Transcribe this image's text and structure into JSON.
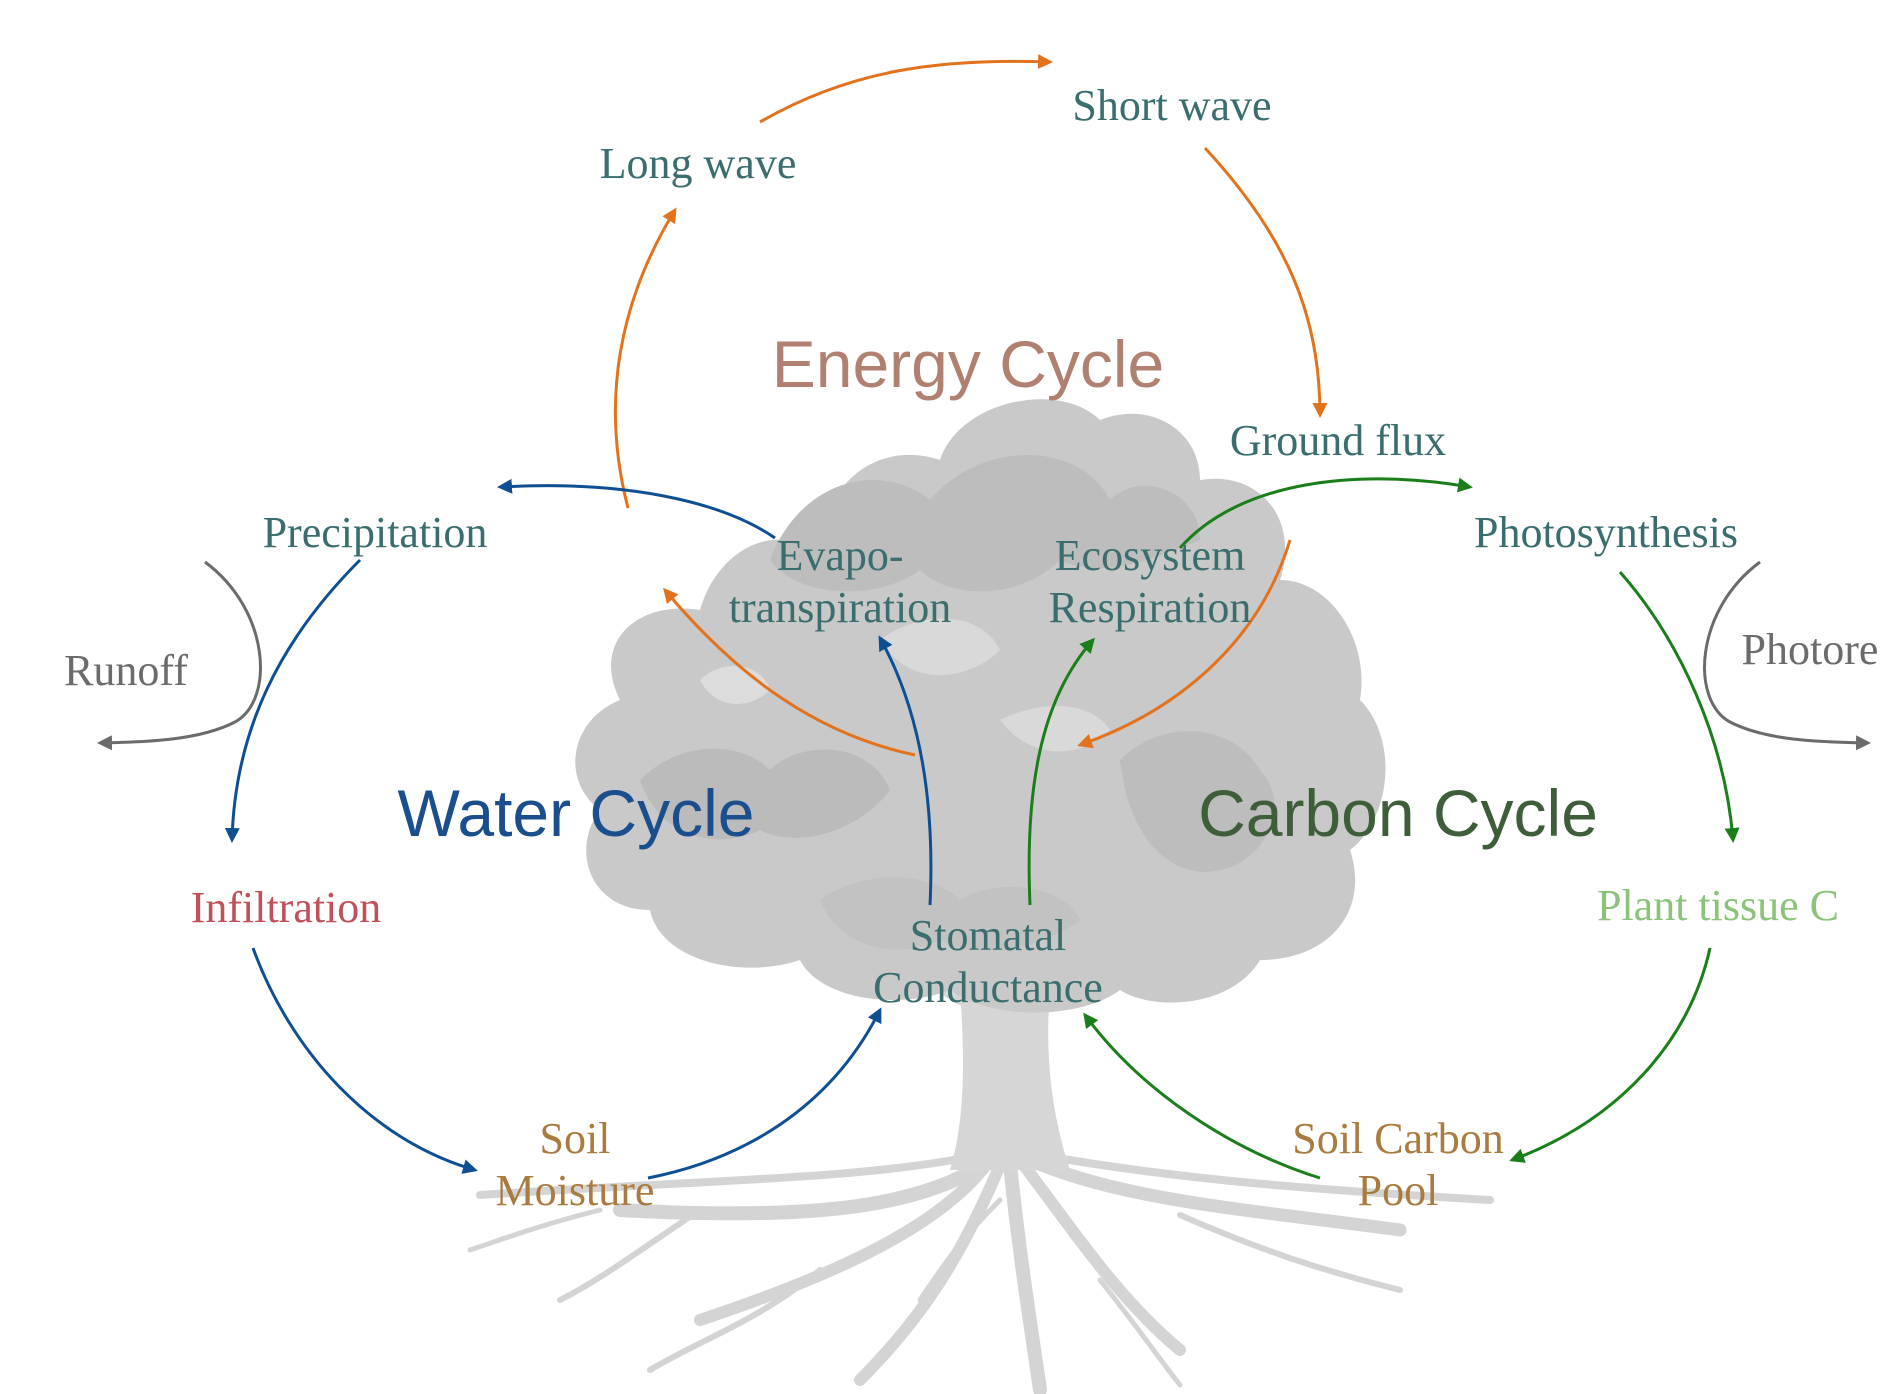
{
  "colors": {
    "energy_arrow": "#E3721C",
    "water_arrow": "#0E4F94",
    "carbon_arrow": "#1A7E1A",
    "loss_arrow": "#6B6B6B",
    "flux_label": "#3A6E6E",
    "loss_label": "#6B6B6B",
    "infiltration_label": "#C0505A",
    "soil_label": "#A97B3E",
    "plant_tissue_label": "#8CC37A",
    "energy_title": "#B08070",
    "water_title": "#1B4E8C",
    "carbon_title": "#3E5E3A",
    "tree": "#CFCFCF"
  },
  "cycles": {
    "energy": "Energy Cycle",
    "water": "Water Cycle",
    "carbon": "Carbon Cycle"
  },
  "nodes": {
    "long_wave": "Long wave",
    "short_wave": "Short wave",
    "ground_flux": "Ground flux",
    "precipitation": "Precipitation",
    "photosynthesis": "Photosynthesis",
    "runoff": "Runoff",
    "photorespiration": "Photore",
    "evapotranspiration": [
      "Evapo-",
      "transpiration"
    ],
    "ecosystem_respiration": [
      "Ecosystem",
      "Respiration"
    ],
    "infiltration": "Infiltration",
    "plant_tissue_c": "Plant tissue C",
    "stomatal_conductance": [
      "Stomatal",
      "Conductance"
    ],
    "soil_moisture": [
      "Soil",
      "Moisture"
    ],
    "soil_carbon_pool": [
      "Soil Carbon",
      "Pool"
    ]
  },
  "arrows": [
    {
      "from": "Long wave",
      "to": "Short wave",
      "cycle": "energy"
    },
    {
      "from": "Short wave",
      "to": "Ground flux",
      "cycle": "energy"
    },
    {
      "from": "Ground flux",
      "to": "Stomatal Conductance",
      "cycle": "energy"
    },
    {
      "from": "Stomatal Conductance",
      "to": "Evapo-transpiration",
      "cycle": "energy"
    },
    {
      "from": "Evapo-transpiration",
      "to": "Long wave",
      "cycle": "energy"
    },
    {
      "from": "Evapo-transpiration",
      "to": "Precipitation",
      "cycle": "water"
    },
    {
      "from": "Precipitation",
      "to": "Infiltration",
      "cycle": "water"
    },
    {
      "from": "Precipitation",
      "to": "Runoff",
      "cycle": "water"
    },
    {
      "from": "Infiltration",
      "to": "Soil Moisture",
      "cycle": "water"
    },
    {
      "from": "Soil Moisture",
      "to": "Stomatal Conductance",
      "cycle": "water"
    },
    {
      "from": "Stomatal Conductance",
      "to": "Evapo-transpiration",
      "cycle": "water"
    },
    {
      "from": "Ecosystem Respiration",
      "to": "Photosynthesis",
      "cycle": "carbon"
    },
    {
      "from": "Photosynthesis",
      "to": "Plant tissue C",
      "cycle": "carbon"
    },
    {
      "from": "Photosynthesis",
      "to": "Photore",
      "cycle": "carbon"
    },
    {
      "from": "Plant tissue C",
      "to": "Soil Carbon Pool",
      "cycle": "carbon"
    },
    {
      "from": "Soil Carbon Pool",
      "to": "Stomatal Conductance",
      "cycle": "carbon"
    },
    {
      "from": "Stomatal Conductance",
      "to": "Ecosystem Respiration",
      "cycle": "carbon"
    }
  ]
}
